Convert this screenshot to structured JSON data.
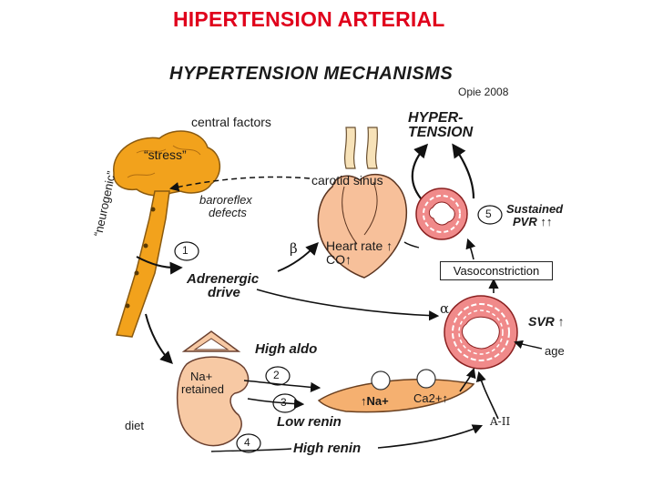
{
  "slide_title": "HIPERTENSION ARTERIAL",
  "figure": {
    "title": "HYPERTENSION MECHANISMS",
    "source": "Opie 2008"
  },
  "labels": {
    "central_factors": "central factors",
    "stress": "“stress”",
    "baroreflex": "baroreflex",
    "defects": "defects",
    "neurogenic": "“neurogenic”",
    "carotid_sinus": "carotid sinus",
    "hyper": "HYPER-",
    "tension": "TENSION",
    "heart_rate": "Heart rate ↑",
    "co": "CO↑",
    "beta": "β",
    "alpha": "α",
    "adrenergic": "Adrenergic",
    "drive": "drive",
    "sustained": "Sustained",
    "pvr": "PVR ↑↑",
    "vasoconstriction": "Vasoconstriction",
    "svr": "SVR ↑",
    "age": "age",
    "high_aldo": "High aldo",
    "na_plus": "Na+",
    "retained": "retained",
    "na_cell": "↑Na+",
    "ca_cell": "Ca2+↑",
    "low_renin": "Low renin",
    "high_renin": "High renin",
    "diet": "diet",
    "a_ii": "A-II"
  },
  "steps": [
    "1",
    "2",
    "3",
    "4",
    "5"
  ],
  "colors": {
    "title_red": "#e0001b",
    "brain_orange": "#f2a21c",
    "heart_peach": "#f7c09a",
    "kidney_peach": "#f7c9a4",
    "vessel_pink": "#f08a8a",
    "cell_orange": "#f5b070"
  }
}
